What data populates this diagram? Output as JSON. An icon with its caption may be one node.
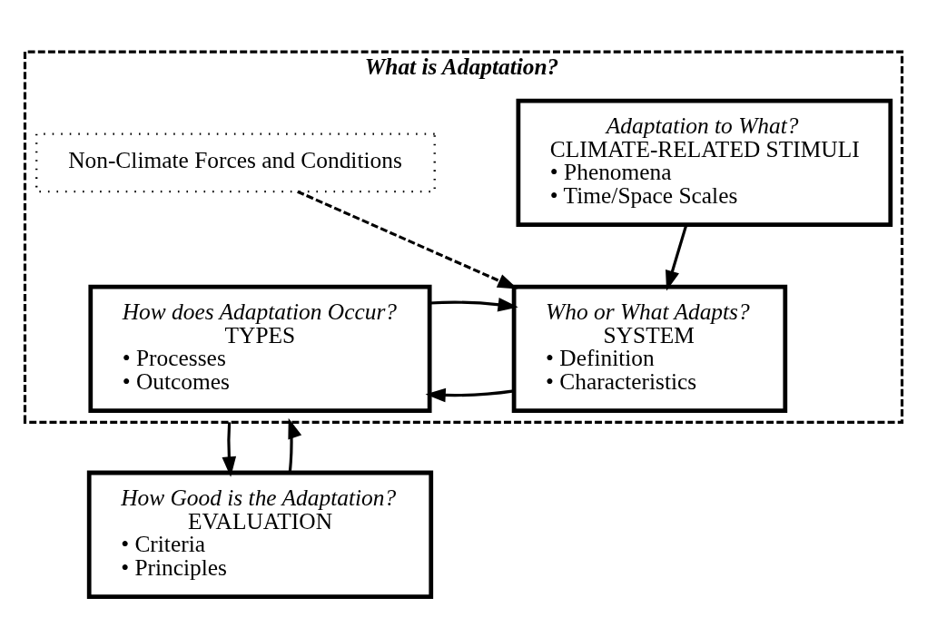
{
  "diagram": {
    "nodes": [
      {
        "text": [
          "What is Adaptation?"
        ]
      },
      {
        "text": [
          "Adaptation to What?",
          "CLIMATE-RELATED STIMULI",
          "• Phenomena",
          "• Time/Space Scales"
        ],
        "in": 0
      },
      {
        "text": [
          "Non-Climate Forces and Conditions"
        ],
        "in": 0
      },
      {
        "text": [
          "Who or What Adapts?",
          "SYSTEM",
          "• Definition",
          "• Characteristics"
        ],
        "in": 0
      },
      {
        "text": [
          "How does Adaptation Occur?",
          "TYPES",
          "• Processes",
          "• Outcomes"
        ],
        "in": 0
      },
      {
        "text": [
          "How Good is the Adaptation?",
          "EVALUATION",
          "• Criteria",
          "• Principles"
        ]
      }
    ],
    "edges": [
      {
        "from": 1,
        "to": 3,
        "arrow": "to"
      },
      {
        "from": 2,
        "to": 3,
        "arrow": "to",
        "style": "dashed"
      },
      {
        "from": 3,
        "to": 4,
        "arrow": "to"
      },
      {
        "from": 4,
        "to": 3,
        "arrow": "to"
      },
      {
        "from": 0,
        "to": 5,
        "arrow": "to"
      },
      {
        "from": 5,
        "to": 0,
        "arrow": "to"
      }
    ]
  }
}
